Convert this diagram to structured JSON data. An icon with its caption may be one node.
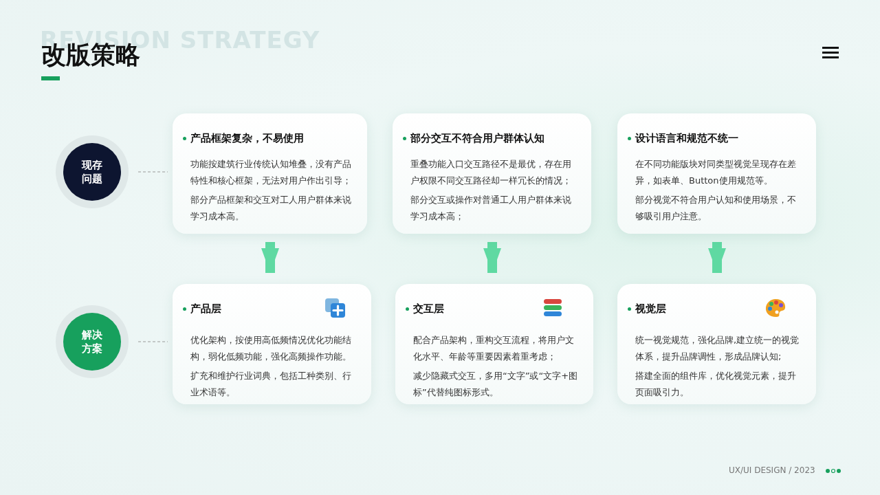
{
  "diagram": {
    "title": "改版策略",
    "nodes": [
      {
        "text": [
          "现存问题"
        ]
      },
      {
        "text": [
          "产品框架复杂，不易使用",
          "功能按建筑行业传统认知堆叠，没有产品特性和核心框架，无法对用户作出引导；",
          "部分产品框架和交互对工人用户群体来说学习成本高。"
        ]
      },
      {
        "text": [
          "部分交互不符合用户群体认知",
          "重叠功能入口交互路径不是最优，存在用户权限不同交互路径却一样冗长的情况；",
          "部分交互或操作对普通工人用户群体来说学习成本高；"
        ]
      },
      {
        "text": [
          "设计语言和规范不统一",
          "在不同功能版块对同类型视觉呈现存在差异，如表单、Button使用规范等。",
          "部分视觉不符合用户认知和使用场景，不够吸引用户注意。"
        ]
      },
      {
        "text": [
          "解决方案"
        ]
      },
      {
        "text": [
          "产品层",
          "优化架构，按使用高低频情况优化功能结构，弱化低频功能，强化高频操作功能。",
          "扩充和维护行业词典，包括工种类别、行业术语等。"
        ]
      },
      {
        "text": [
          "交互层",
          "配合产品架构，重构交互流程，将用户文化水平、年龄等重要因素着重考虑；",
          "减少隐藏式交互，多用“文字”或“文字+图标”代替纯图标形式。"
        ]
      },
      {
        "text": [
          "视觉层",
          "统一视觉规范，强化品牌,建立统一的视觉体系，提升品牌调性，形成品牌认知;",
          "搭建全面的组件库，优化视觉元素，提升页面吸引力。"
        ]
      }
    ],
    "edges": [
      {
        "from": 0,
        "to": 1,
        "arrow": "none",
        "style": "dashed",
        "color": "#9a9a9a"
      },
      {
        "from": 4,
        "to": 5,
        "arrow": "none",
        "style": "dashed",
        "color": "#9a9a9a"
      },
      {
        "from": 1,
        "to": 5,
        "arrow": "to"
      },
      {
        "from": 2,
        "to": 6,
        "arrow": "to"
      },
      {
        "from": 3,
        "to": 7,
        "arrow": "to"
      }
    ],
    "labels": [
      "REVISION STRATEGY",
      "UX/UI DESIGN / 2023"
    ]
  }
}
